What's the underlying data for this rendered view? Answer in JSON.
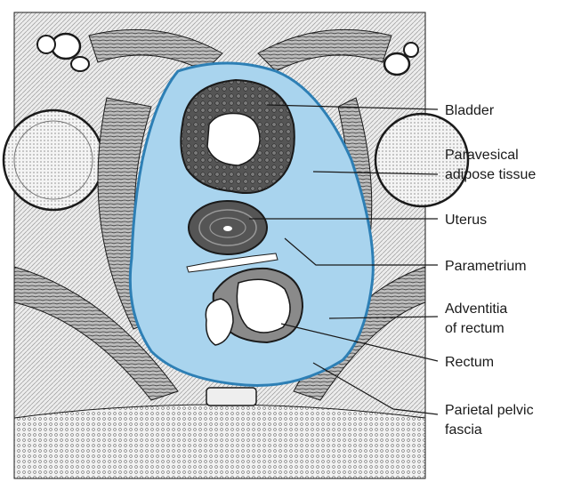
{
  "labels": {
    "bladder": "Bladder",
    "paravesical_1": "Paravesical",
    "paravesical_2": "adipose tissue",
    "uterus": "Uterus",
    "parametrium": "Parametrium",
    "adventitia_1": "Adventitia",
    "adventitia_2": "of rectum",
    "rectum": "Rectum",
    "parietal_1": "Parietal pelvic",
    "parietal_2": "fascia"
  },
  "colors": {
    "fascia_fill": "#a9d4ee",
    "fascia_edge": "#2d7fb5",
    "muscle": "#3a3a3a",
    "fat_tissue": "#e8e8e8",
    "line_ink": "#1a1a1a"
  }
}
